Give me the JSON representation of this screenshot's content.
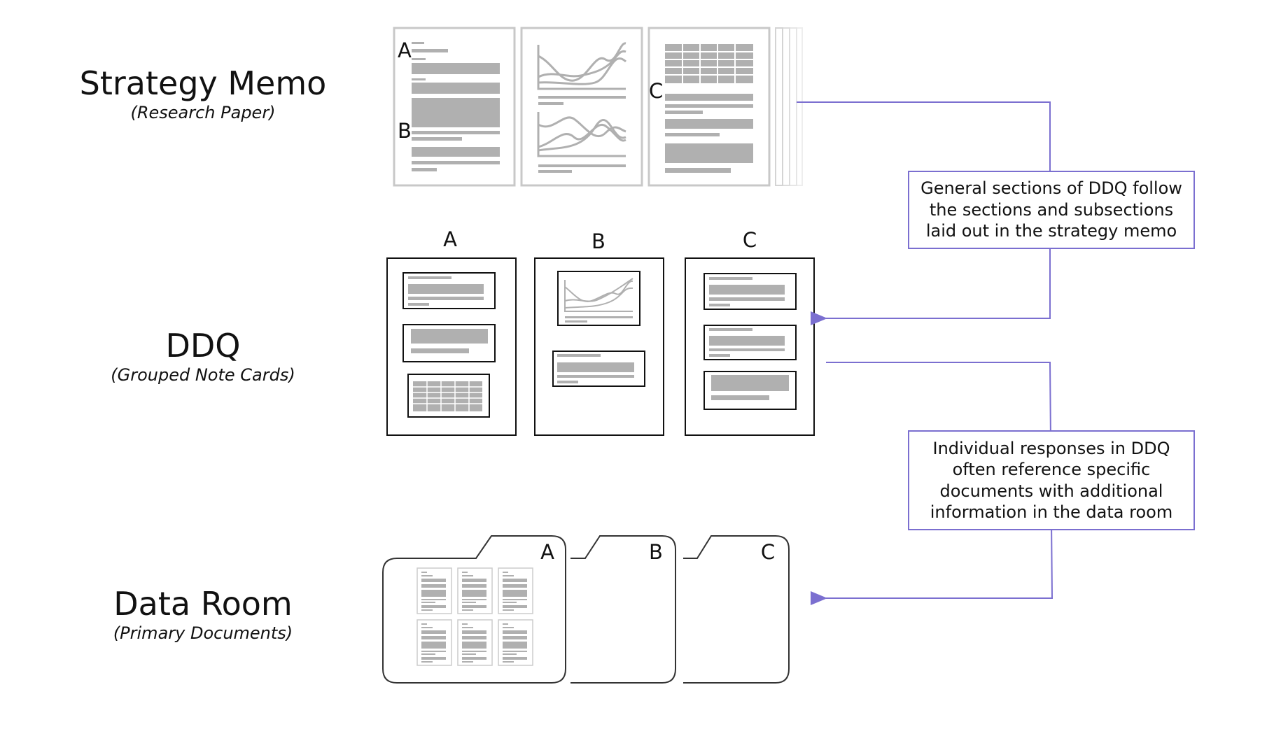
{
  "rows": [
    {
      "title": "Strategy Memo",
      "subtitle": "(Research Paper)"
    },
    {
      "title": "DDQ",
      "subtitle": "(Grouped Note Cards)"
    },
    {
      "title": "Data Room",
      "subtitle": "(Primary Documents)"
    }
  ],
  "memo_page_labels": [
    "A",
    "B",
    "C"
  ],
  "ddq_card_labels": [
    "A",
    "B",
    "C"
  ],
  "folder_labels": [
    "A",
    "B",
    "C"
  ],
  "notes": {
    "memo_to_ddq": "General sections of DDQ follow the sections and subsections laid out in the strategy memo",
    "ddq_to_dataroom": "Individual responses in DDQ often reference specific documents with additional information in the data room"
  },
  "colors": {
    "connector": "#7b6fd0",
    "placeholder": "#b0b0b0",
    "page_border": "#c8c8c8",
    "card_border": "#111111"
  }
}
